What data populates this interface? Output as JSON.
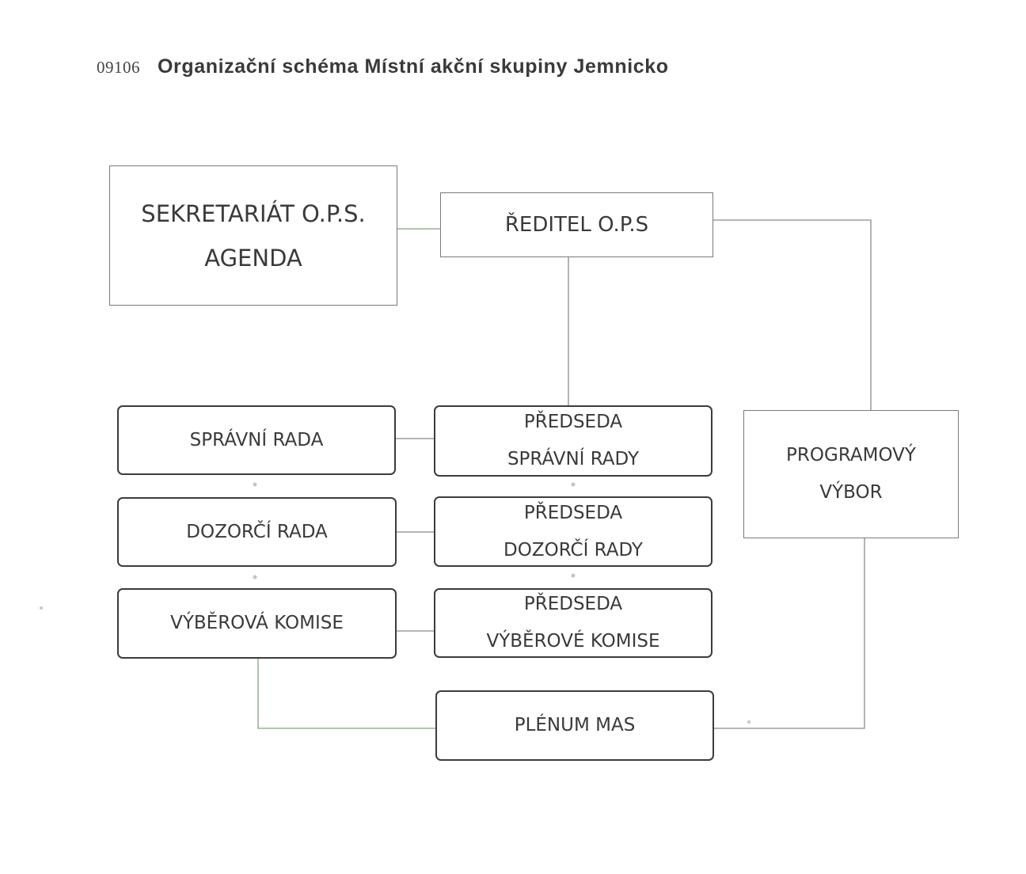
{
  "header": {
    "doc_number": "09106",
    "title": "Organizační schéma Místní akční  skupiny Jemnicko"
  },
  "nodes": {
    "sekretariat": {
      "line1": "SEKRETARIÁT O.P.S.",
      "line2": "AGENDA"
    },
    "reditel": {
      "line1": "ŘEDITEL O.P.S"
    },
    "spravni_rada": {
      "line1": "SPRÁVNÍ RADA"
    },
    "predseda_spravni_rady": {
      "line1": "PŘEDSEDA",
      "line2": "SPRÁVNÍ RADY"
    },
    "programovy_vybor": {
      "line1": "PROGRAMOVÝ",
      "line2": "VÝBOR"
    },
    "dozorci_rada": {
      "line1": "DOZORČÍ RADA"
    },
    "predseda_dozorci_rady": {
      "line1": "PŘEDSEDA",
      "line2": "DOZORČÍ RADY"
    },
    "vyberova_komise": {
      "line1": "VÝBĚROVÁ KOMISE"
    },
    "predseda_vyberove_komise": {
      "line1": "PŘEDSEDA",
      "line2": "VÝBĚROVÉ KOMISE"
    },
    "plenum_mas": {
      "line1": "PLÉNUM MAS"
    }
  },
  "colors": {
    "connector": "#8a8a8a",
    "connector_green": "#7fa37f",
    "box_border": "#3c3c3c",
    "text": "#3a3a3a"
  }
}
